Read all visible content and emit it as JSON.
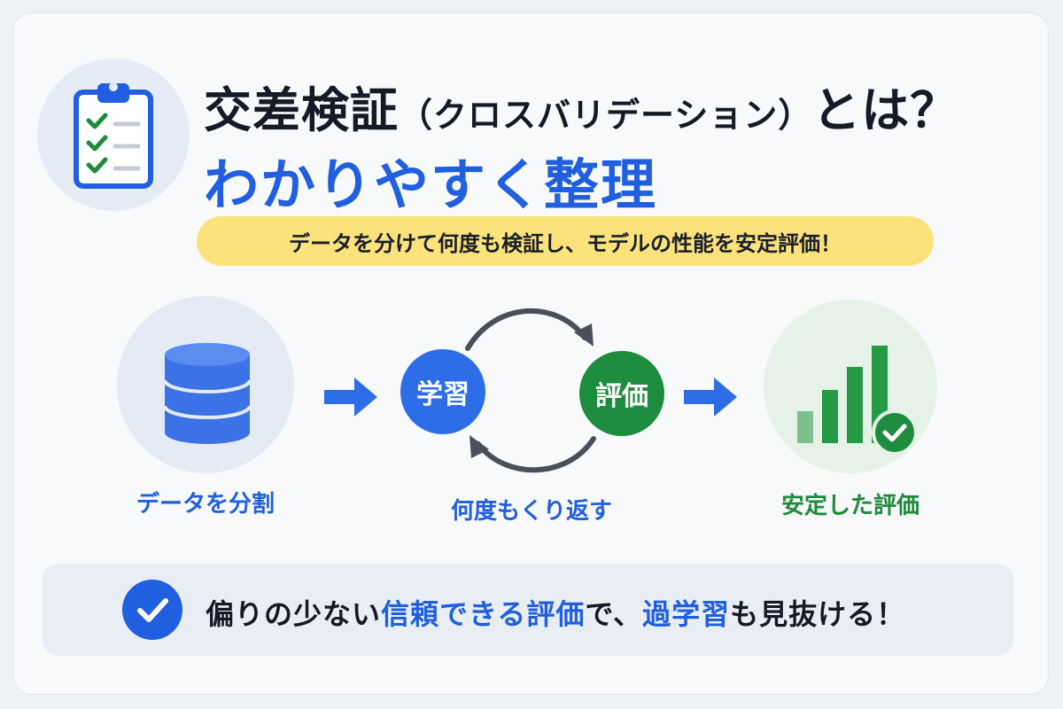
{
  "header": {
    "title_main": "交差検証",
    "title_paren": "（クロスバリデーション）",
    "title_suffix": "とは？",
    "subtitle": "わかりやすく整理",
    "tagline": "データを分けて何度も検証し、モデルの性能を安定評価！",
    "icon": "clipboard-checklist-icon"
  },
  "steps": {
    "split_label": "データを分割",
    "split_icon": "database-icon",
    "learn_node": "学習",
    "eval_node": "評価",
    "loop_label": "何度もくり返す",
    "result_label": "安定した評価",
    "result_icon": "bar-chart-check-icon"
  },
  "banner": {
    "part1": "偏りの少ない",
    "part2": "信頼できる評価",
    "part3": "で、",
    "part4": "過学習",
    "part5": "も見抜ける！"
  },
  "colors": {
    "accent_blue": "#1f5fe0",
    "accent_green": "#1e8c3e",
    "highlight_yellow": "#fbe27a",
    "text_dark": "#141a26"
  }
}
